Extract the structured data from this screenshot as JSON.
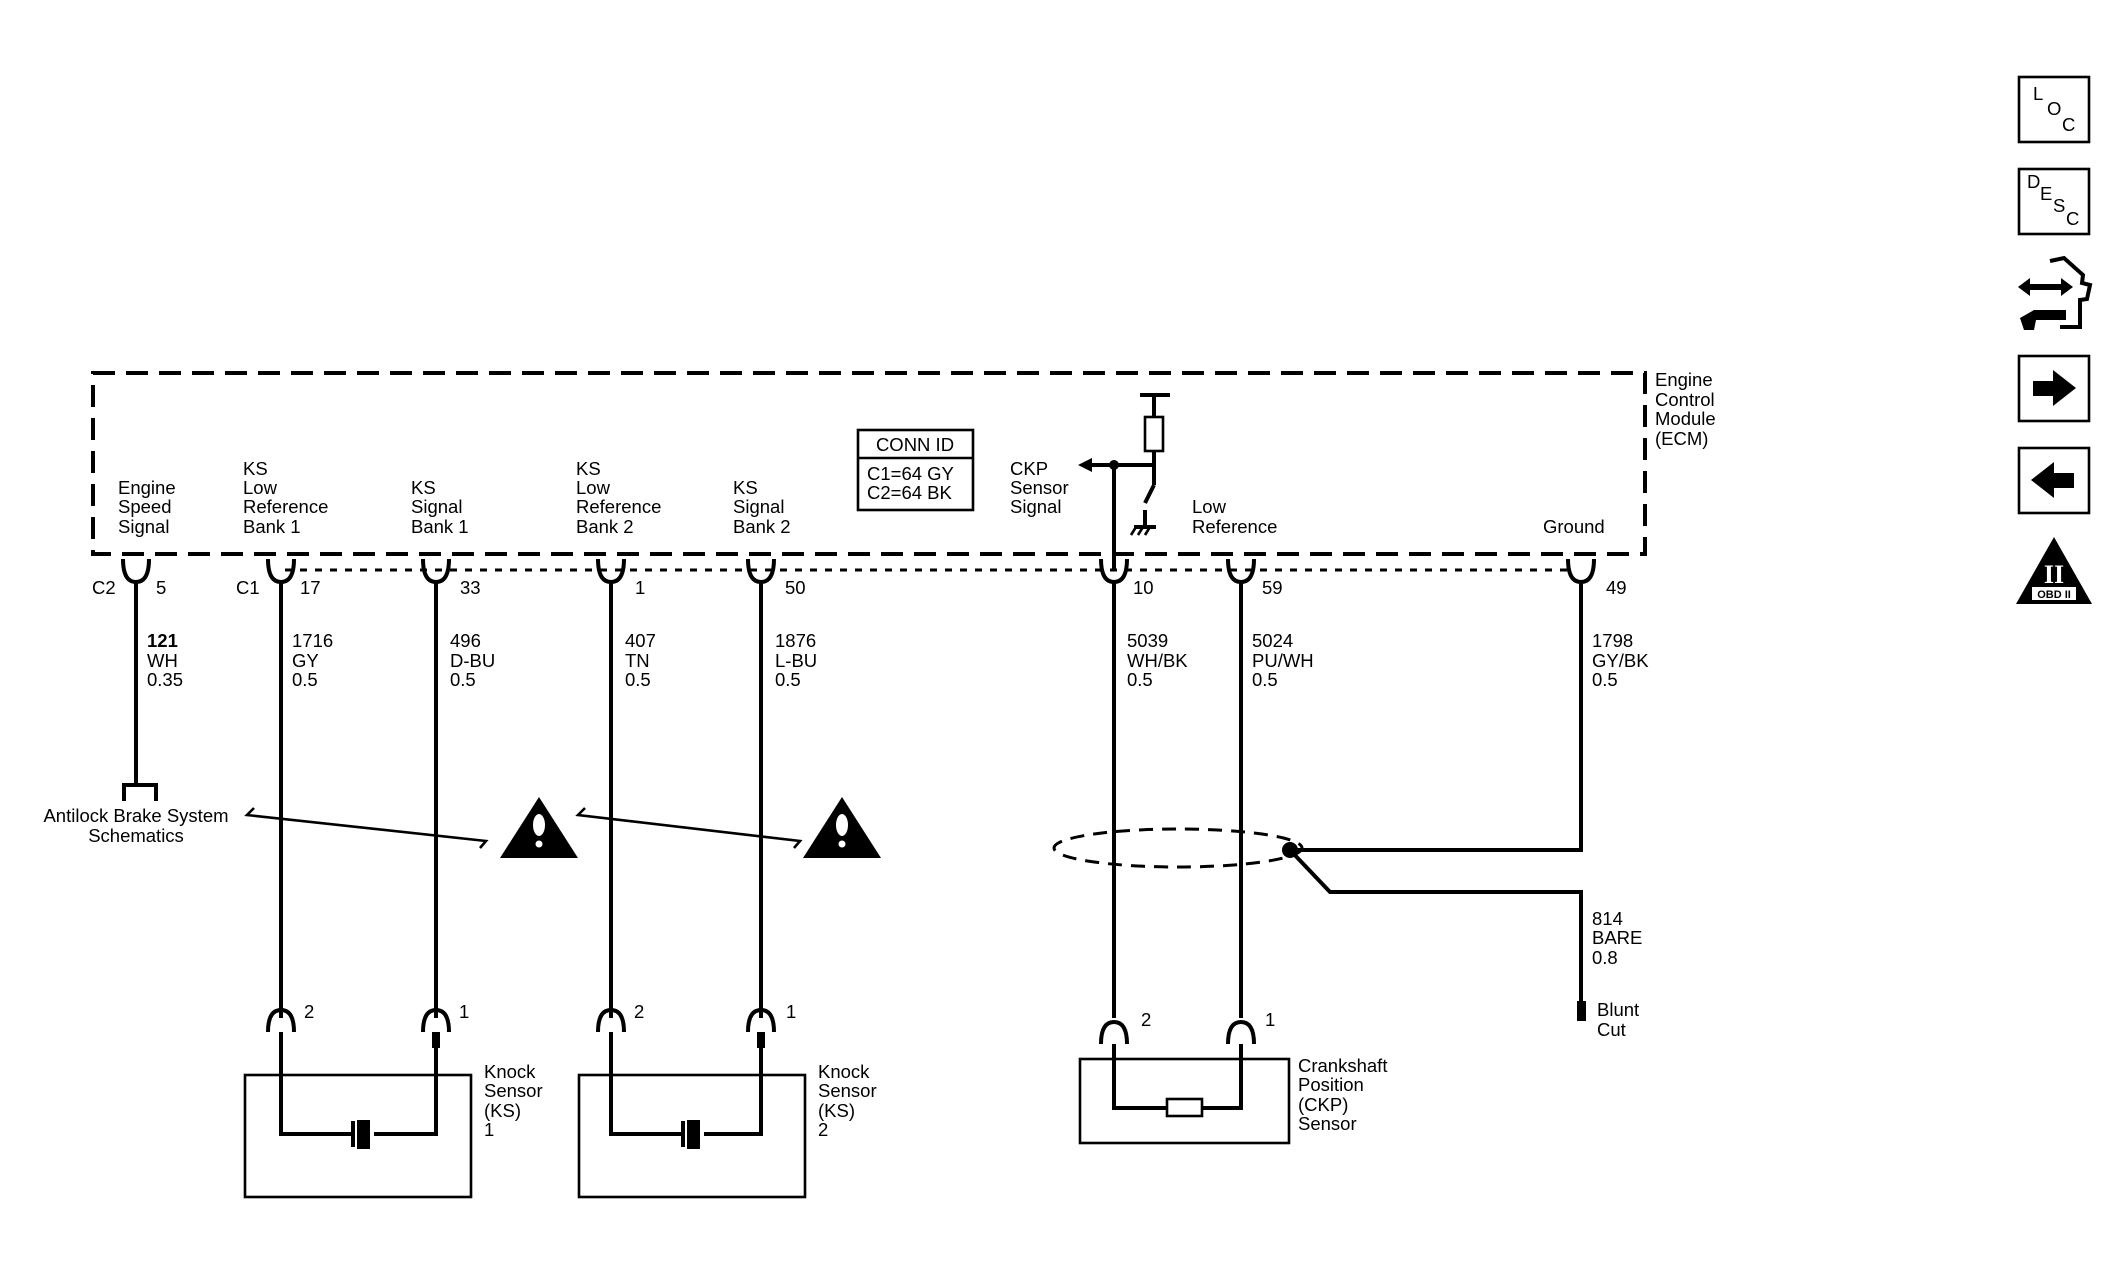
{
  "ecm": {
    "title": [
      "Engine",
      "Control",
      "Module",
      "(ECM)"
    ],
    "conn_id": {
      "title": "CONN ID",
      "c1": "C1=64 GY",
      "c2": "C2=64 BK"
    }
  },
  "pins": [
    {
      "id": "p5",
      "connector": "C2",
      "pin": "5",
      "label": [
        "Engine",
        "Speed",
        "Signal"
      ],
      "circuit": "121",
      "color": "WH",
      "gauge": "0.35"
    },
    {
      "id": "p17",
      "connector": "C1",
      "pin": "17",
      "label": [
        "KS",
        "Low",
        "Reference",
        "Bank 1"
      ],
      "circuit": "1716",
      "color": "GY",
      "gauge": "0.5"
    },
    {
      "id": "p33",
      "connector": "",
      "pin": "33",
      "label": [
        "KS",
        "Signal",
        "Bank 1"
      ],
      "circuit": "496",
      "color": "D-BU",
      "gauge": "0.5"
    },
    {
      "id": "p1",
      "connector": "",
      "pin": "1",
      "label": [
        "KS",
        "Low",
        "Reference",
        "Bank 2"
      ],
      "circuit": "407",
      "color": "TN",
      "gauge": "0.5"
    },
    {
      "id": "p50",
      "connector": "",
      "pin": "50",
      "label": [
        "KS",
        "Signal",
        "Bank 2"
      ],
      "circuit": "1876",
      "color": "L-BU",
      "gauge": "0.5"
    },
    {
      "id": "p10",
      "connector": "",
      "pin": "10",
      "label": [
        "CKP",
        "Sensor",
        "Signal"
      ],
      "circuit": "5039",
      "color": "WH/BK",
      "gauge": "0.5"
    },
    {
      "id": "p59",
      "connector": "",
      "pin": "59",
      "label": [
        "Low",
        "Reference"
      ],
      "circuit": "5024",
      "color": "PU/WH",
      "gauge": "0.5"
    },
    {
      "id": "p49",
      "connector": "",
      "pin": "49",
      "label": [
        "Ground"
      ],
      "circuit": "1798",
      "color": "GY/BK",
      "gauge": "0.5"
    }
  ],
  "abs_ref": [
    "Antilock Brake System",
    "Schematics"
  ],
  "drain": {
    "circuit": "814",
    "color": "BARE",
    "gauge": "0.8",
    "end_label": [
      "Blunt",
      "Cut"
    ]
  },
  "components": {
    "ks1": {
      "label": [
        "Knock",
        "Sensor",
        "(KS)",
        "1"
      ],
      "pin_a": "2",
      "pin_b": "1"
    },
    "ks2": {
      "label": [
        "Knock",
        "Sensor",
        "(KS)",
        "2"
      ],
      "pin_a": "2",
      "pin_b": "1"
    },
    "ckp": {
      "label": [
        "Crankshaft",
        "Position",
        "(CKP)",
        "Sensor"
      ],
      "pin_a": "2",
      "pin_b": "1"
    }
  },
  "sidebar": {
    "loc": [
      "L",
      "O",
      "C"
    ],
    "desc": [
      "D",
      "E",
      "S",
      "C"
    ],
    "obd": "OBD II",
    "obd_numeral": "II",
    "icons": [
      "location-button",
      "description-button",
      "diagnostic-repair-icon",
      "next-arrow-button",
      "previous-arrow-button",
      "obd-ii-icon"
    ]
  }
}
